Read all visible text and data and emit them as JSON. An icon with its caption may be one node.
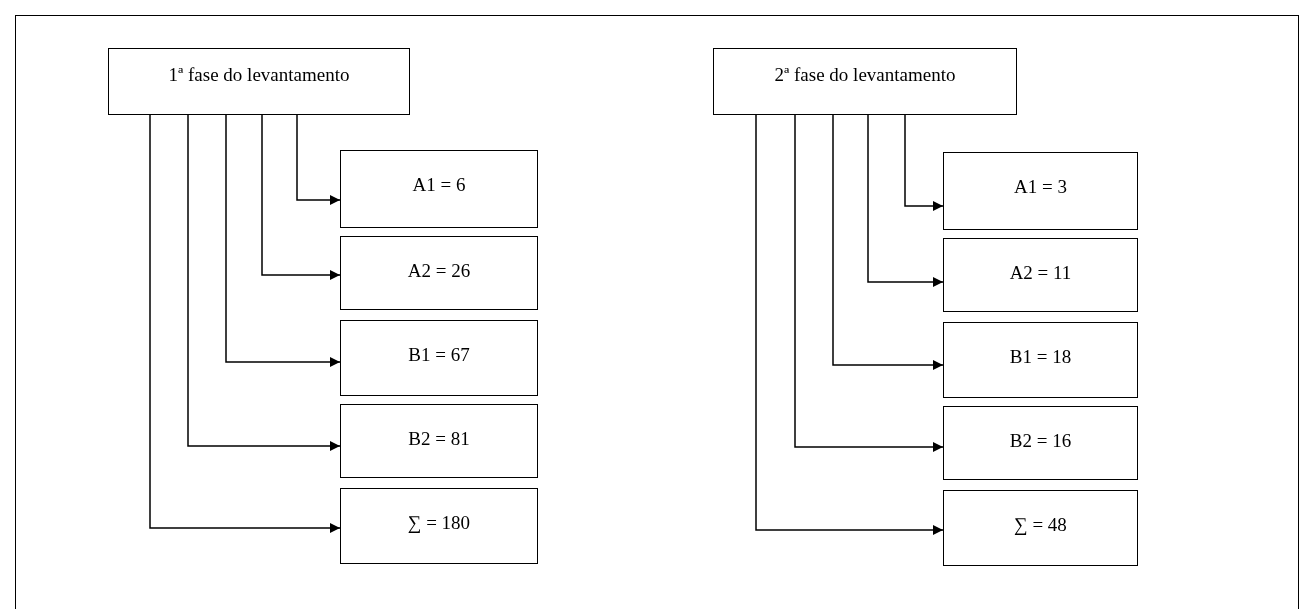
{
  "diagram": {
    "nodes": [
      {
        "text": [
          "1ª fase do levantamento"
        ]
      },
      {
        "text": [
          "A1 = 6"
        ]
      },
      {
        "text": [
          "A2 = 26"
        ]
      },
      {
        "text": [
          "B1 = 67"
        ]
      },
      {
        "text": [
          "B2 = 81"
        ]
      },
      {
        "text": [
          "∑ = 180"
        ]
      },
      {
        "text": [
          "2ª fase do levantamento"
        ]
      },
      {
        "text": [
          "A1 = 3"
        ]
      },
      {
        "text": [
          "A2 = 11"
        ]
      },
      {
        "text": [
          "B1 = 18"
        ]
      },
      {
        "text": [
          "B2 = 16"
        ]
      },
      {
        "text": [
          "∑ = 48"
        ]
      }
    ],
    "edges": [
      {
        "from": 0,
        "to": 1,
        "arrow": "to"
      },
      {
        "from": 0,
        "to": 2,
        "arrow": "to"
      },
      {
        "from": 0,
        "to": 3,
        "arrow": "to"
      },
      {
        "from": 0,
        "to": 4,
        "arrow": "to"
      },
      {
        "from": 0,
        "to": 5,
        "arrow": "to"
      },
      {
        "from": 6,
        "to": 7,
        "arrow": "to"
      },
      {
        "from": 6,
        "to": 8,
        "arrow": "to"
      },
      {
        "from": 6,
        "to": 9,
        "arrow": "to"
      },
      {
        "from": 6,
        "to": 10,
        "arrow": "to"
      },
      {
        "from": 6,
        "to": 11,
        "arrow": "to"
      }
    ]
  }
}
